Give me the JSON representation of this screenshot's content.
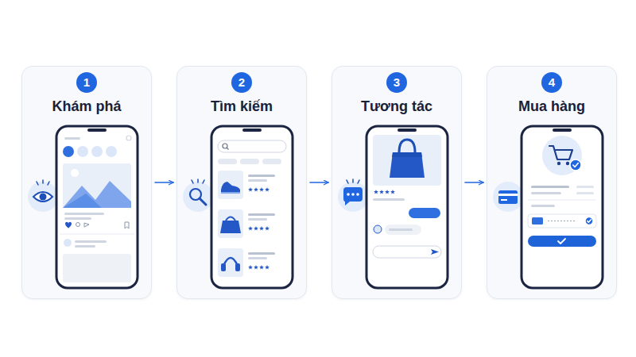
{
  "diagram": {
    "nodes": [
      {
        "text": [
          "1",
          "Khám phá"
        ]
      },
      {
        "text": [
          "2",
          "Tìm kiếm"
        ]
      },
      {
        "text": [
          "3",
          "Tương tác"
        ]
      },
      {
        "text": [
          "4",
          "Mua hàng"
        ]
      }
    ],
    "edges": [
      {
        "from": 0,
        "to": 1,
        "arrow": "to"
      },
      {
        "from": 1,
        "to": 2,
        "arrow": "to"
      },
      {
        "from": 2,
        "to": 3,
        "arrow": "to"
      }
    ]
  }
}
